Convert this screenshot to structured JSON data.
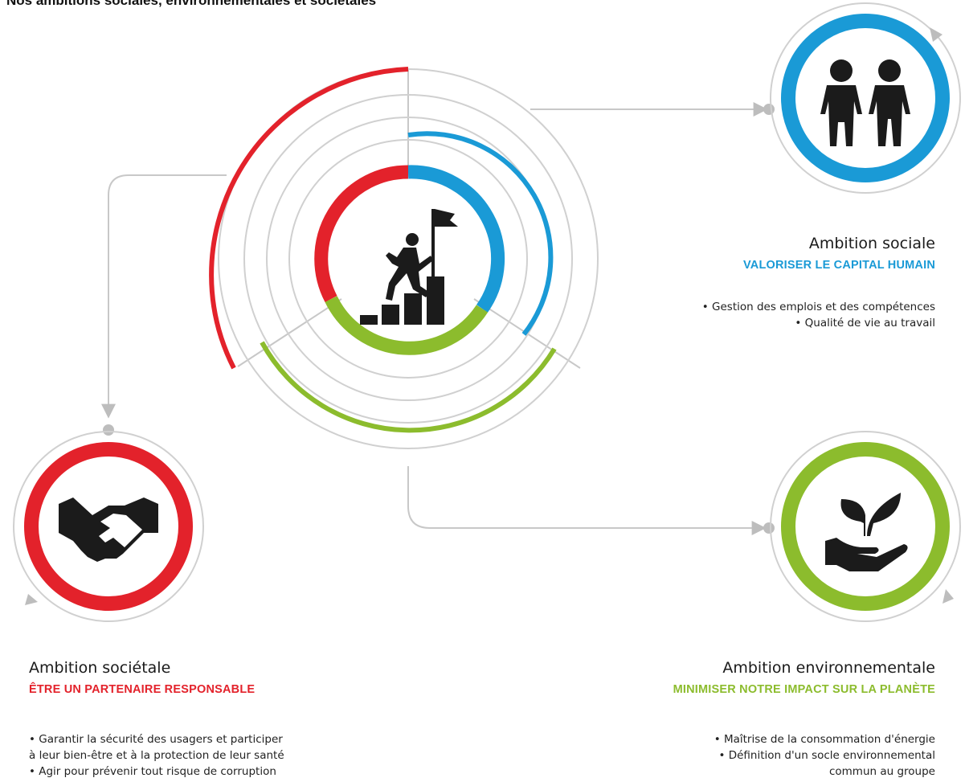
{
  "title": "Nos ambitions sociales, environnementales et sociétales",
  "colors": {
    "social": "#1a9ad6",
    "societal": "#e3222b",
    "environment": "#8cbc2d",
    "line": "#c8c8c8",
    "icon": "#1b1b1b"
  },
  "center_icon": "climbing-steps-to-flag-icon",
  "ambitions": {
    "sociale": {
      "name": "Ambition sociale",
      "tagline": "VALORISER LE CAPITAL HUMAIN",
      "icon": "people-icon",
      "bullets": [
        "• Gestion des emplois et des compétences",
        "• Qualité de vie au travail"
      ]
    },
    "societale": {
      "name": "Ambition sociétale",
      "tagline": "ÊTRE UN PARTENAIRE RESPONSABLE",
      "icon": "handshake-icon",
      "bullets": [
        "• Garantir la sécurité des usagers et participer",
        "à leur bien-être et à la protection de leur santé",
        "• Agir pour prévenir tout risque de corruption"
      ]
    },
    "environnementale": {
      "name": "Ambition environnementale",
      "tagline": "MINIMISER NOTRE IMPACT SUR LA PLANÈTE",
      "icon": "plant-in-hand-icon",
      "bullets": [
        "• Maîtrise de la consommation d'énergie",
        "• Définition d'un socle environnemental",
        "commun au groupe"
      ]
    }
  }
}
